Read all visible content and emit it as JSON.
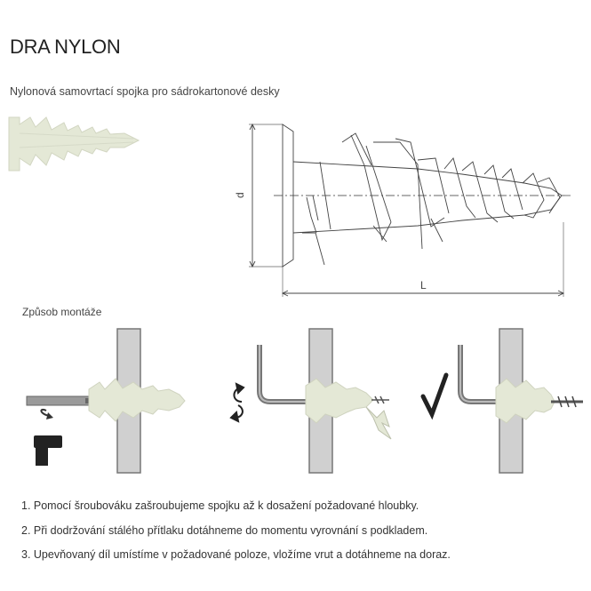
{
  "header": {
    "title": "DRA NYLON",
    "subtitle": "Nylonová samovrtací spojka pro sádrokartonové desky"
  },
  "drawing": {
    "dimension_d": "d",
    "dimension_L": "L"
  },
  "mounting": {
    "label": "Způsob montáže",
    "steps": [
      "1. Pomocí šroubováku zašroubujeme spojku až k dosažení požadované hloubky.",
      "2. Při dodržování stálého přítlaku dotáhneme do momentu vyrovnání s podkladem.",
      "3. Upevňovaný díl umístíme v požadované poloze, vložíme vrut a dotáhneme na doraz."
    ]
  },
  "icons": [
    "anchor-photo",
    "technical-drawing",
    "drill-icon",
    "rotate-arrows-icon",
    "checkmark-icon",
    "hook-icon",
    "screw-icon"
  ],
  "colors": {
    "nylon": "#e6e9d8",
    "wall": "#cfcfcf",
    "metal": "#8a8a8a"
  }
}
